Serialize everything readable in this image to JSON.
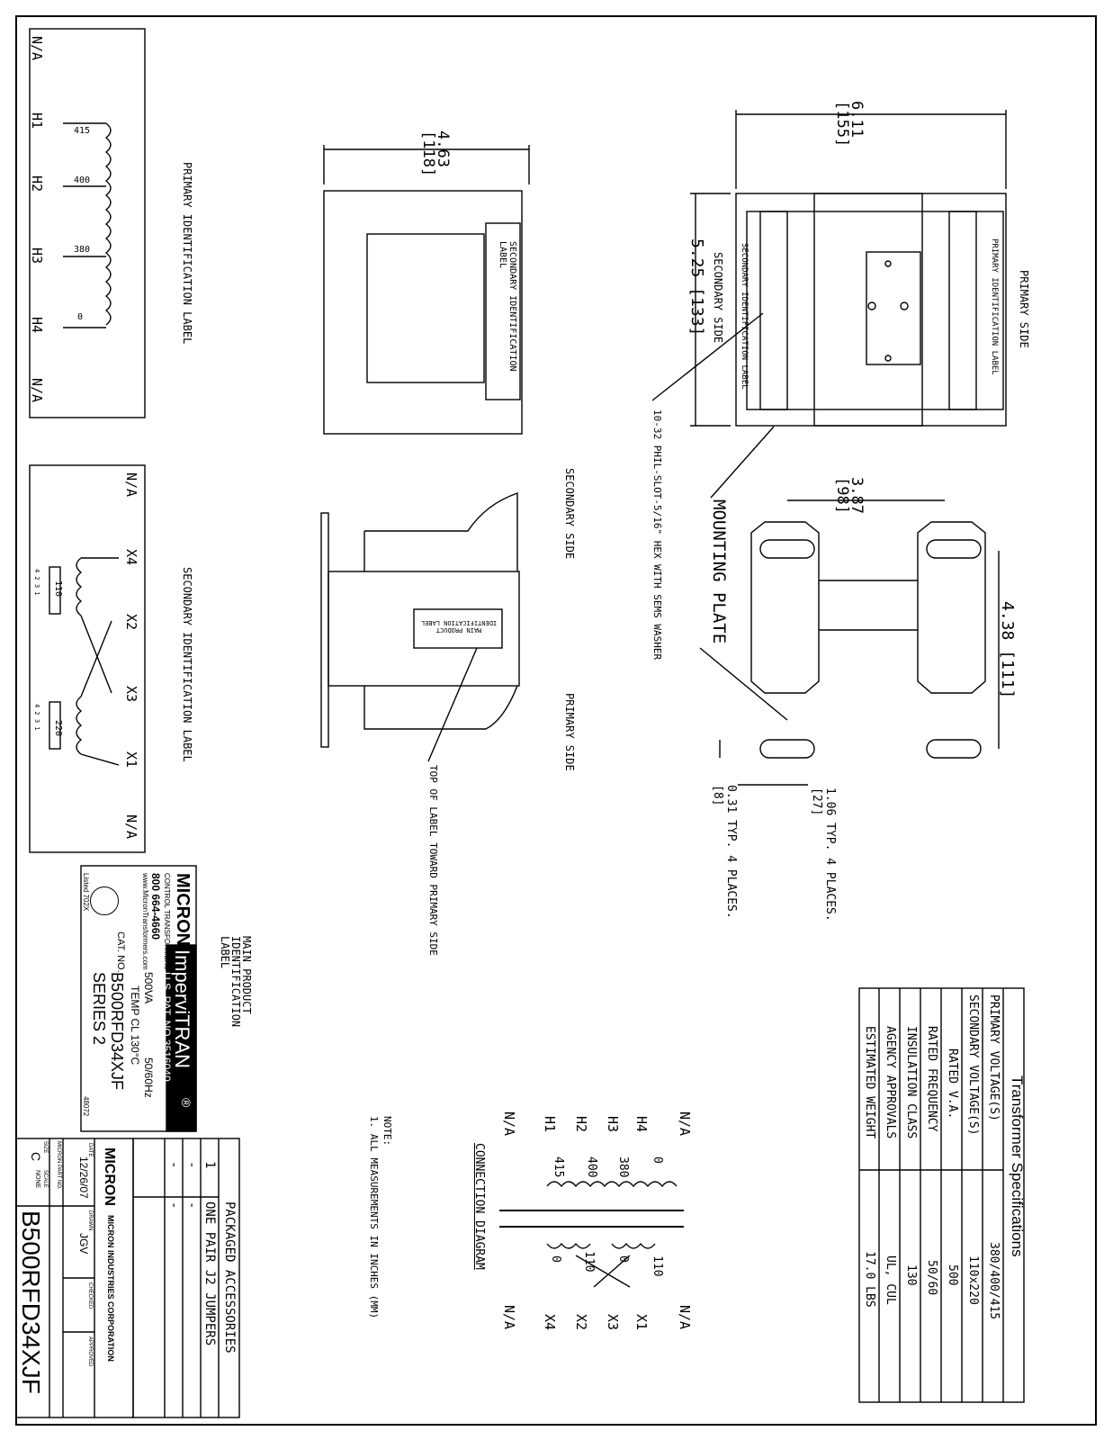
{
  "primary_label": {
    "title": "PRIMARY IDENTIFICATION LABEL",
    "terminals": [
      "N/A",
      "H1",
      "H2",
      "H3",
      "H4",
      "N/A"
    ],
    "taps": [
      "415",
      "400",
      "380",
      "0"
    ]
  },
  "secondary_label": {
    "title": "SECONDARY IDENTIFICATION LABEL",
    "terminals": [
      "N/A",
      "X4",
      "X2",
      "X3",
      "X1",
      "N/A"
    ],
    "coil_values": [
      "110",
      "220"
    ],
    "jumper_pins": [
      "4 2 3 1",
      "4 2 3 1"
    ]
  },
  "top_view": {
    "width_dim": "6.11",
    "width_dim_mm": "[155]",
    "height_dim": "5.25 [133]",
    "primary_side": "PRIMARY SIDE",
    "secondary_side": "SECONDARY SIDE",
    "primary_id_label": "PRIMARY IDENTIFICATION LABEL",
    "secondary_id_label": "SECONDARY IDENTIFICATION LABEL",
    "screw_note": "10-32 PHIL-SLOT-5/16\" HEX WITH SEMS WASHER",
    "mounting_plate": "MOUNTING PLATE"
  },
  "side_view": {
    "depth_dim": "4.63",
    "depth_dim_mm": "[118]",
    "secondary_id_label": "SECONDARY IDENTIFICATION LABEL"
  },
  "front_view": {
    "secondary_side": "SECONDARY SIDE",
    "primary_side": "PRIMARY SIDE",
    "main_label": "MAIN PRODUCT IDENTIFICATION LABEL",
    "top_note": "TOP OF LABEL TOWARD PRIMARY SIDE"
  },
  "mounting_plate": {
    "dim_a": "3.87",
    "dim_a_mm": "[98]",
    "dim_b": "4.38 [111]",
    "slot_dim": "1.06 TYP. 4 PLACES.",
    "slot_dim_mm": "[27]",
    "hole_dim": "0.31 TYP. 4 PLACES.",
    "hole_dim_mm": "[8]"
  },
  "main_label": {
    "title": "MAIN PRODUCT IDENTIFICATION LABEL",
    "brand": "MICRON",
    "brand_sub": "CONTROL TRANSFORMERS",
    "phone": "800 664-4660",
    "url": "www.MicronTransformers.com",
    "product": "ImperviTRAN",
    "registered": "®",
    "patent": "U.S. PAT. NO.3516040",
    "va": "500VA",
    "hz": "50/60Hz",
    "temp": "TEMP CL 130°C",
    "cat_label": "CAT. NO.",
    "cat_no": "B500RFD34XJF",
    "series": "SERIES 2",
    "listed": "Listed 702X",
    "code": "48072"
  },
  "specs": {
    "title": "Transformer Specifications",
    "rows": [
      {
        "label": "PRIMARY VOLTAGE(S)",
        "value": "380/400/415"
      },
      {
        "label": "SECONDARY VOLTAGE(S)",
        "value": "110x220"
      },
      {
        "label": "RATED V.A.",
        "value": "500"
      },
      {
        "label": "RATED FREQUENCY",
        "value": "50/60"
      },
      {
        "label": "INSULATION CLASS",
        "value": "130"
      },
      {
        "label": "AGENCY APPROVALS",
        "value": "UL, CUL"
      },
      {
        "label": "ESTIMATED WEIGHT",
        "value": "17.0 LBS"
      }
    ]
  },
  "connection": {
    "title": "CONNECTION DIAGRAM",
    "left": [
      "N/A",
      "H4",
      "H3",
      "H2",
      "H1",
      "N/A"
    ],
    "left_taps": [
      "0",
      "380",
      "400",
      "415"
    ],
    "right": [
      "N/A",
      "X1",
      "X3",
      "X2",
      "X4",
      "N/A"
    ],
    "right_vals": [
      "110",
      "0",
      "110",
      "0"
    ]
  },
  "note": {
    "title": "NOTE:",
    "line1": "1. ALL MEASUREMENTS IN INCHES (MM)"
  },
  "accessories": {
    "title": "PACKAGED ACCESSORIES",
    "rows": [
      {
        "qty": "1",
        "desc": "ONE PAIR J2 JUMPERS"
      },
      {
        "qty": "-",
        "desc": "-"
      },
      {
        "qty": "-",
        "desc": "-"
      }
    ]
  },
  "title_block": {
    "company": "MICRON INDUSTRIES CORPORATION",
    "date_label": "DATE",
    "date": "12/26/07",
    "drawn_label": "DRAWN",
    "drawn": "JGV",
    "checked_label": "CHECKED",
    "approved_label": "APPROVED",
    "size_label": "SIZE",
    "size": "C",
    "scale_label": "SCALE",
    "scale": "NONE",
    "part_label": "MICRON PART NO.",
    "part_no": "B500RFD34XJF"
  }
}
